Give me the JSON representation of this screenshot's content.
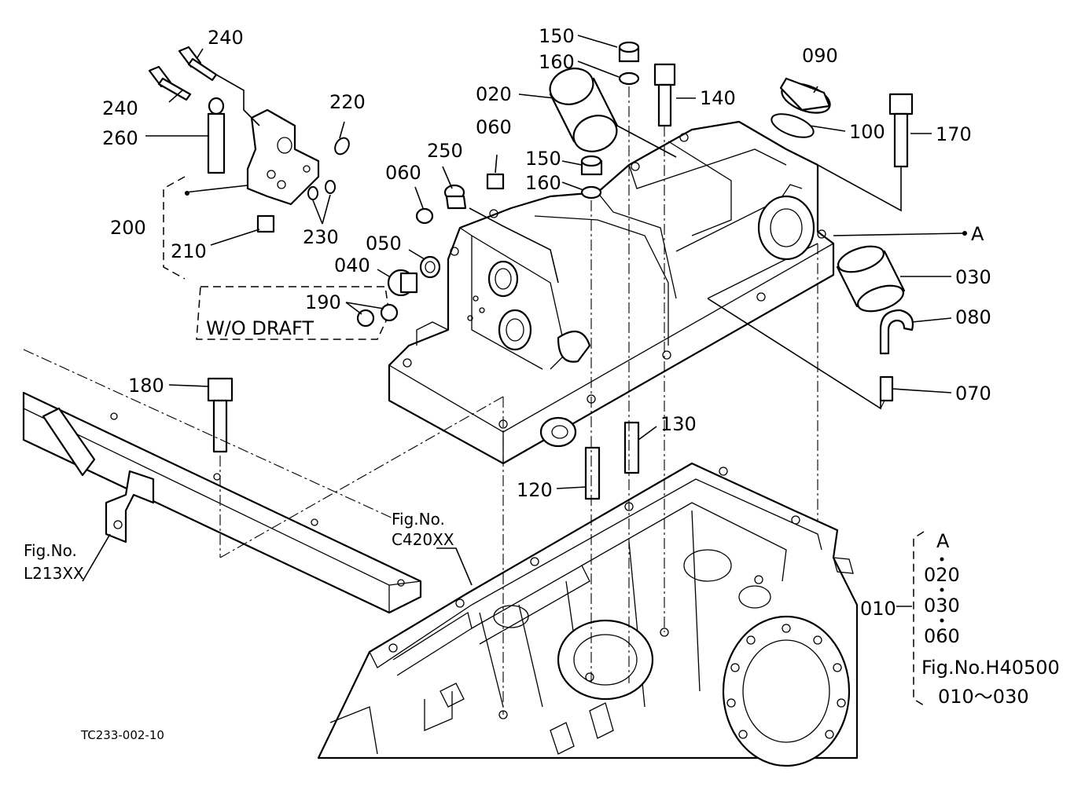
{
  "diagram": {
    "labels": {
      "p240a": "240",
      "p240b": "240",
      "p260": "260",
      "p220": "220",
      "p200": "200",
      "p210": "210",
      "p230": "230",
      "p250": "250",
      "p060a": "060",
      "p060b": "060",
      "p050": "050",
      "p040": "040",
      "p190": "190",
      "p020": "020",
      "p150a": "150",
      "p160a": "160",
      "p150b": "150",
      "p160b": "160",
      "p140": "140",
      "p090": "090",
      "p100": "100",
      "p170": "170",
      "pA": "A",
      "p030": "030",
      "p080": "080",
      "p070": "070",
      "p180": "180",
      "p130": "130",
      "p120": "120",
      "p010": "010"
    },
    "wo_draft": "W/O DRAFT",
    "fig_c420_line1": "Fig.No.",
    "fig_c420_line2": "C420XX",
    "fig_l213_line1": "Fig.No.",
    "fig_l213_line2": "L213XX",
    "kit": {
      "header": "A",
      "item1": "020",
      "item2": "030",
      "item3": "060",
      "ref_line1": "Fig.No.H40500",
      "ref_line2": "010～030"
    },
    "drawing_code": "TC233-002-10"
  }
}
